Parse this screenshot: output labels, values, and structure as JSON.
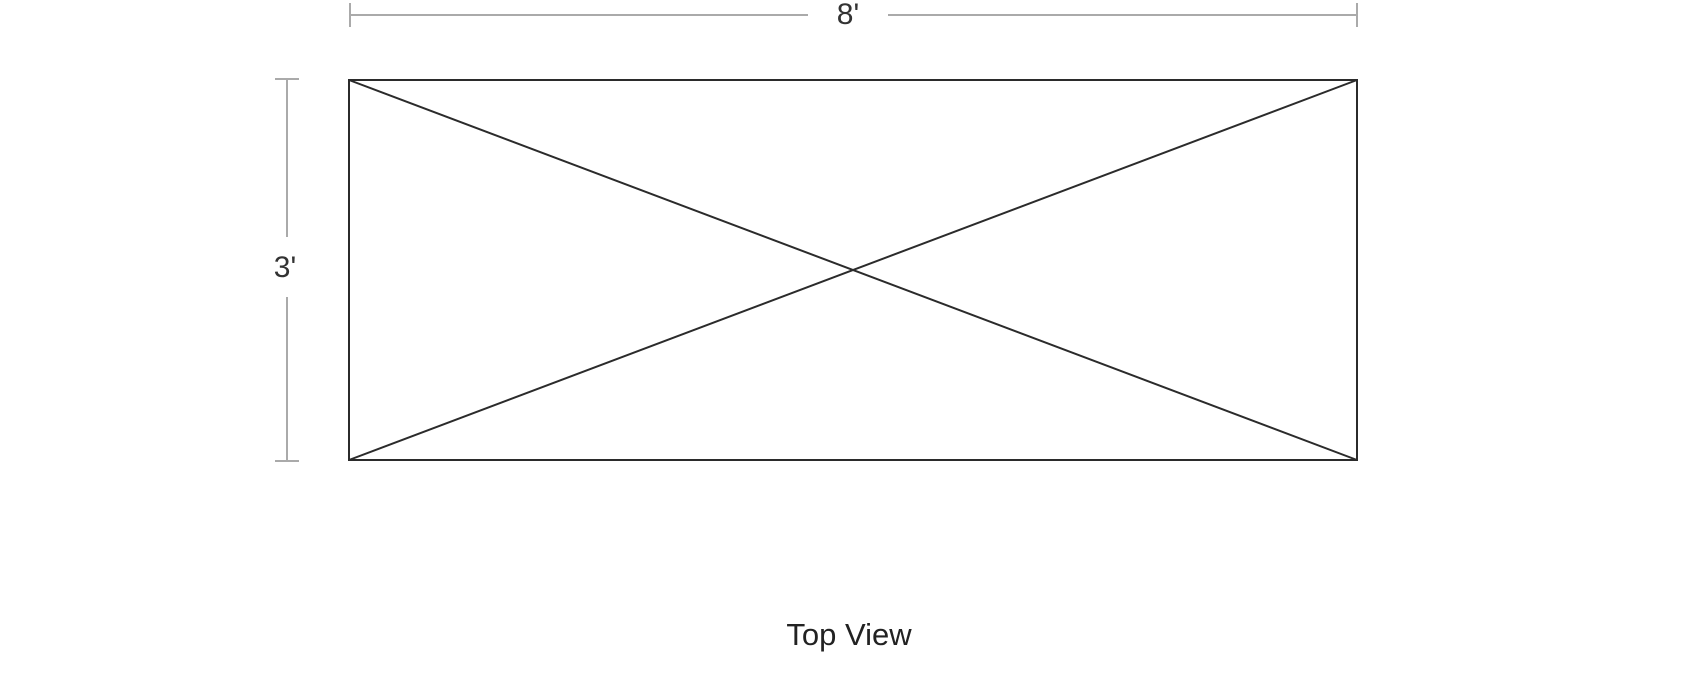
{
  "dimensions": {
    "width_label": "8'",
    "depth_label": "3'"
  },
  "caption": "Top View"
}
